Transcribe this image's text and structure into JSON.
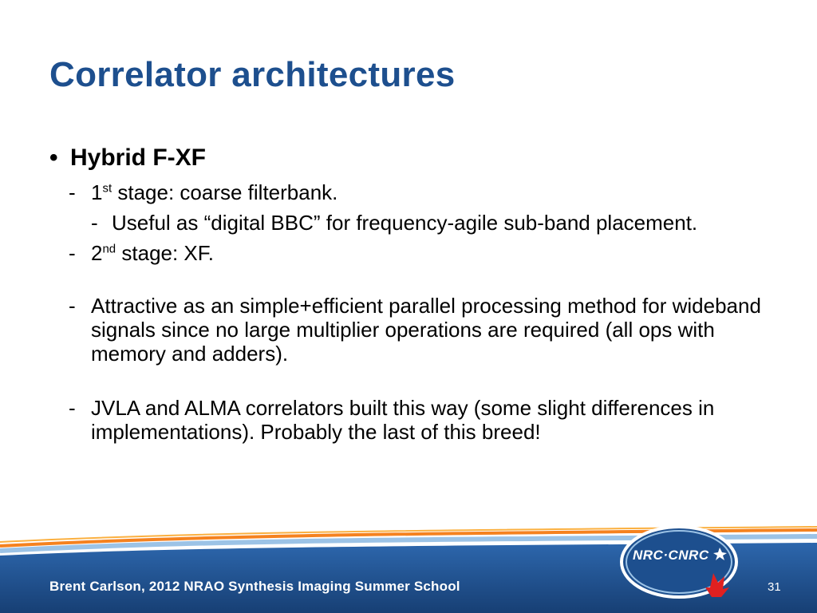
{
  "slide": {
    "title": "Correlator architectures",
    "bullet": {
      "text": "Hybrid F-XF",
      "items": [
        {
          "level": 2,
          "main": "1",
          "sup": "st",
          "rest": " stage: coarse filterbank."
        },
        {
          "level": 3,
          "main": "Useful as “digital BBC” for frequency-agile sub-band placement."
        },
        {
          "level": 2,
          "main": "2",
          "sup": "nd",
          "rest": " stage: XF."
        },
        {
          "level": 2,
          "main": "Attractive as an simple+efficient parallel processing method for wideband signals since no large multiplier operations are required (all ops with memory and adders)."
        },
        {
          "level": 2,
          "main": "JVLA and ALMA correlators built this way (some slight differences in implementations).  Probably the last of this breed!"
        }
      ]
    },
    "footer": {
      "text": "Brent Carlson, 2012 NRAO Synthesis Imaging Summer School",
      "page_number": "31"
    },
    "logo": {
      "text": "NRC·CNRC"
    },
    "markers": {
      "bullet": "•",
      "dash": "-"
    },
    "colors": {
      "title": "#1d4f8e",
      "footer_band": "#1d4f8e",
      "accent_orange": "#f5821f",
      "accent_light_blue": "#9cc3e6",
      "logo_red": "#e02020"
    }
  }
}
